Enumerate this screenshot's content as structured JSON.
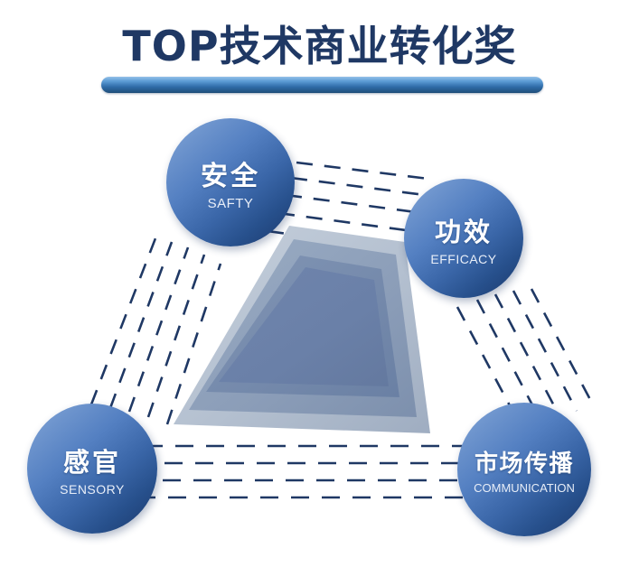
{
  "header": {
    "title": "TOP技术商业转化奖",
    "accent_bar_color": "#1f4e79",
    "title_color": "#1f3864"
  },
  "diagram": {
    "type": "nested-pyramid-with-nodes",
    "center_shape": {
      "name": "nested-trapezoid",
      "layers": [
        {
          "label": "outer",
          "color": "#b9c4d2"
        },
        {
          "label": "middle",
          "color": "#8e9fba"
        },
        {
          "label": "inner",
          "color": "#7087ac"
        },
        {
          "label": "core",
          "color": "#6c84ae"
        }
      ]
    },
    "connector_style": "dashed",
    "connector_color": "#1f3864",
    "nodes": [
      {
        "id": "safety",
        "cn": "安全",
        "en": "SAFTY",
        "position": "top"
      },
      {
        "id": "efficacy",
        "cn": "功效",
        "en": "EFFICACY",
        "position": "right"
      },
      {
        "id": "sensory",
        "cn": "感官",
        "en": "SENSORY",
        "position": "bottom-left"
      },
      {
        "id": "communication",
        "cn": "市场传播",
        "en": "COMMUNICATION",
        "position": "bottom-right"
      }
    ],
    "node_gradient": {
      "light": "#86a9da",
      "mid": "#3a66a8",
      "dark": "#1b386b"
    }
  }
}
